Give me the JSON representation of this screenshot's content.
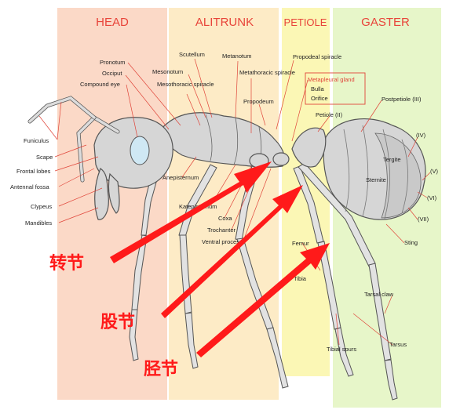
{
  "regions": {
    "head": "HEAD",
    "alitrunk": "ALITRUNK",
    "petiole": "PETIOLE",
    "gaster": "GASTER"
  },
  "labels": {
    "pronotum": "Pronotum",
    "occiput": "Occiput",
    "compound_eye": "Compound eye",
    "funiculus": "Funiculus",
    "scape": "Scape",
    "frontal_lobes": "Frontal lobes",
    "antennal_fossa": "Antennal fossa",
    "clypeus": "Clypeus",
    "mandibles": "Mandibles",
    "scutellum": "Scutellum",
    "mesonotum": "Mesonotum",
    "metanotum": "Metanotum",
    "mesothoracic_spiracle": "Mesothoracic spiracle",
    "metathoracic_spiracle": "Metathoracic spiracle",
    "propodeum": "Propodeum",
    "anepisternum": "Anepisternum",
    "katepisternum": "Katepisternum",
    "coxa": "Coxa",
    "trochanter": "Trochanter",
    "ventral_process": "Ventral process",
    "propodeal_spiracle": "Propodeal spiracle",
    "metapleural_gland": "Metapleural gland",
    "bulla": "Bulla",
    "orifice": "Orifice",
    "petiole_ii": "Petiole (II)",
    "postpetiole_iii": "Postpetiole (III)",
    "iv": "(IV)",
    "v": "(V)",
    "vi": "(VI)",
    "vii": "(VII)",
    "tergite": "Tergite",
    "sternite": "Sternite",
    "sting": "Sting",
    "femur": "Femur",
    "tibia": "Tibia",
    "tarsal_claw": "Tarsal claw",
    "tibial_spurs": "Tibial spurs",
    "tarsus": "Tarsus"
  },
  "annotations": {
    "trochanter_cn": "转节",
    "femur_cn": "股节",
    "tibia_cn": "胫节"
  },
  "colors": {
    "head_band": "#fbd9c7",
    "alitrunk_band": "#fdebc6",
    "petiole_band": "#fbf7b5",
    "gaster_band": "#e7f6c9",
    "accent_red": "#ff1a1a",
    "header_red": "#e8443a"
  }
}
